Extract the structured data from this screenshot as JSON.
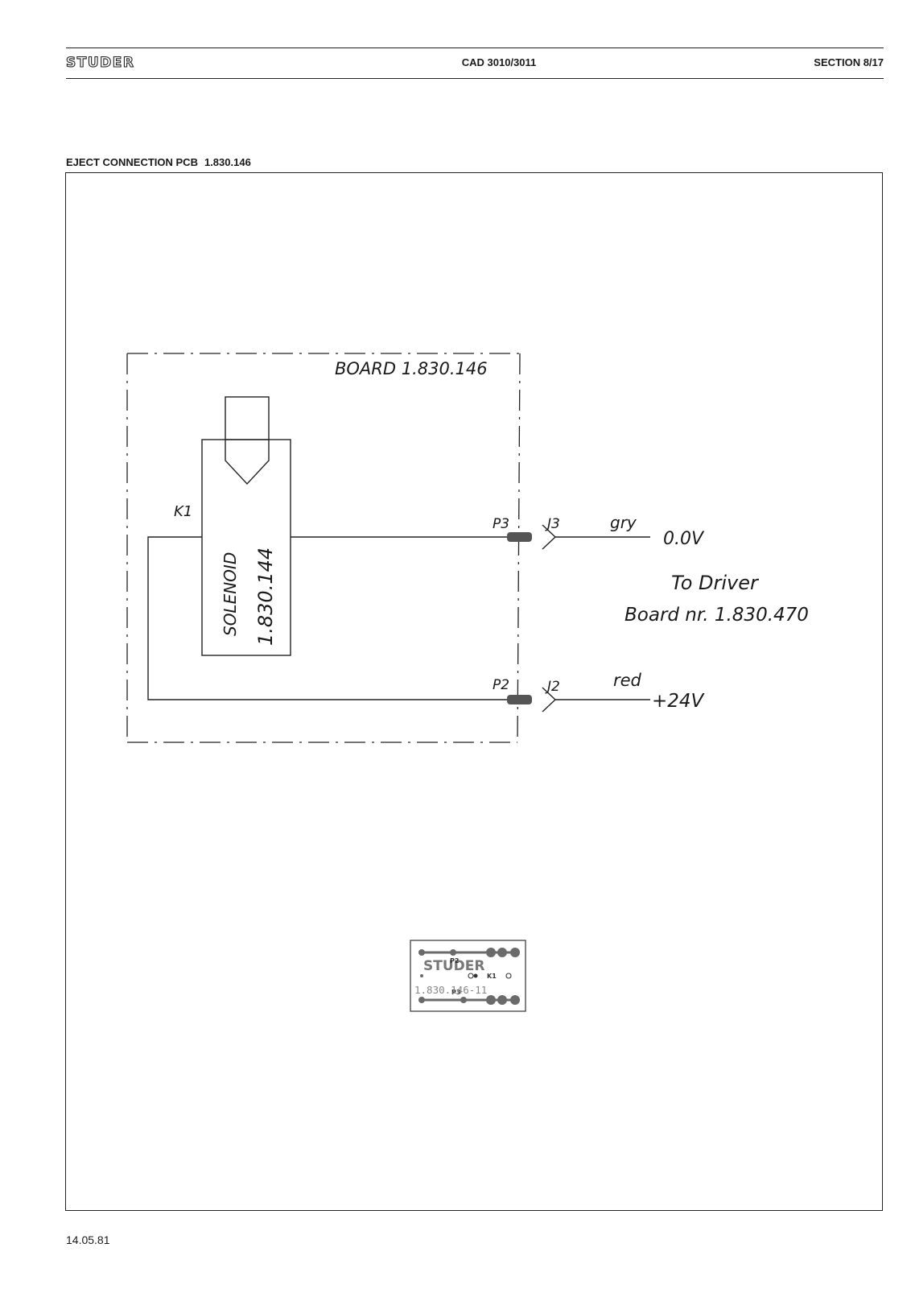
{
  "header": {
    "logo": "STUDER",
    "document": "CAD 3010/3011",
    "section": "SECTION 8/17"
  },
  "title": {
    "name": "EJECT CONNECTION PCB",
    "number": "1.830.146"
  },
  "schematic": {
    "board_label": "BOARD 1.830.146",
    "component_ref": "K1",
    "solenoid_label": "SOLENOID",
    "solenoid_number": "1.830.144",
    "connectors": [
      {
        "plug": "P3",
        "jack": "J3",
        "wire": "gry",
        "signal": "0.0V"
      },
      {
        "plug": "P2",
        "jack": "J2",
        "wire": "red",
        "signal": "+24V"
      }
    ],
    "note_line1": "To Driver",
    "note_line2": "Board nr. 1.830.470"
  },
  "pcb_layout": {
    "brand": "STUDER",
    "component": "K1",
    "connector_top": "P2",
    "connector_bottom": "P3",
    "part_number": "1.830.146-11"
  },
  "footer": {
    "date": "14.05.81"
  },
  "colors": {
    "ink": "#1a1a1a",
    "connector": "#555555",
    "pcb_trace": "#6a6a6a",
    "pcb_text": "#888888"
  }
}
